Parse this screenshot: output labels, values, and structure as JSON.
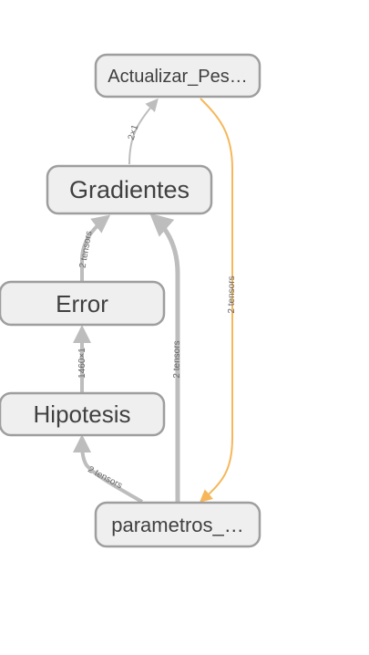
{
  "nodes": {
    "actualizar_pesos": "Actualizar_Pes…",
    "gradientes": "Gradientes",
    "error": "Error",
    "hipotesis": "Hipotesis",
    "parametros": "parametros_…"
  },
  "edges": {
    "gradientes_to_actualizar": "2×1",
    "error_to_gradientes": "2 tensors",
    "hipotesis_to_error": "1460×1",
    "parametros_to_hipotesis": "2 tensors",
    "parametros_to_gradientes": "2 tensors",
    "actualizar_to_parametros": "2 tensors"
  },
  "colors": {
    "edge_default": "#bdbdbd",
    "edge_reference": "#f6b75a",
    "node_fill": "#efefef",
    "node_stroke": "#9e9e9e"
  }
}
